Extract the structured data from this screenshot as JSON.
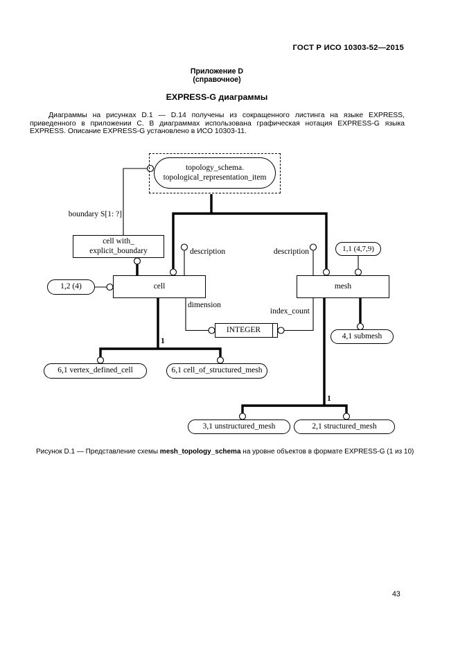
{
  "page": {
    "header": "ГОСТ Р ИСО 10303-52—2015",
    "page_number": "43"
  },
  "appendix": {
    "title_line1": "Приложение D",
    "title_line2": "(справочное)",
    "section_title": "EXPRESS-G диаграммы",
    "paragraph": "Диаграммы на рисунках D.1 — D.14 получены из сокращенного листинга на языке EXPRESS, приведенного в приложении С. В диаграммах использована графическая нотация EXPRESS-G языка EXPRESS. Описание EXPRESS-G установлено в ИСО 10303-11."
  },
  "diagram": {
    "nodes": {
      "interschema_ref": {
        "line1": "topology_schema.",
        "line2": "topological_representation_item"
      },
      "cell_with_explicit_boundary": {
        "line1": "cell with_",
        "line2": "explicit_boundary"
      },
      "cell": "cell",
      "mesh": "mesh",
      "integer": "INTEGER",
      "ref_1_2_4": "1,2 (4)",
      "ref_1_1_4_7_9": "1,1 (4,7,9)",
      "ref_submesh": "4,1 submesh",
      "ref_vertex_defined_cell": "6,1 vertex_defined_cell",
      "ref_cell_of_structured_mesh": "6,1 cell_of_structured_mesh",
      "ref_unstructured_mesh": "3,1 unstructured_mesh",
      "ref_structured_mesh": "2,1 structured_mesh"
    },
    "labels": {
      "boundary": "boundary S[1: ?]",
      "description_left": "description",
      "description_right": "description",
      "dimension": "dimension",
      "index_count": "index_count",
      "one_left": "1",
      "one_right": "1"
    },
    "colors": {
      "line": "#000000",
      "background": "#ffffff"
    }
  },
  "caption": {
    "prefix": "Рисунок D.1 — Представление схемы ",
    "bold": "mesh_topology_schema",
    "suffix": " на уровне объектов в формате EXPRESS-G (1 из 10)"
  }
}
